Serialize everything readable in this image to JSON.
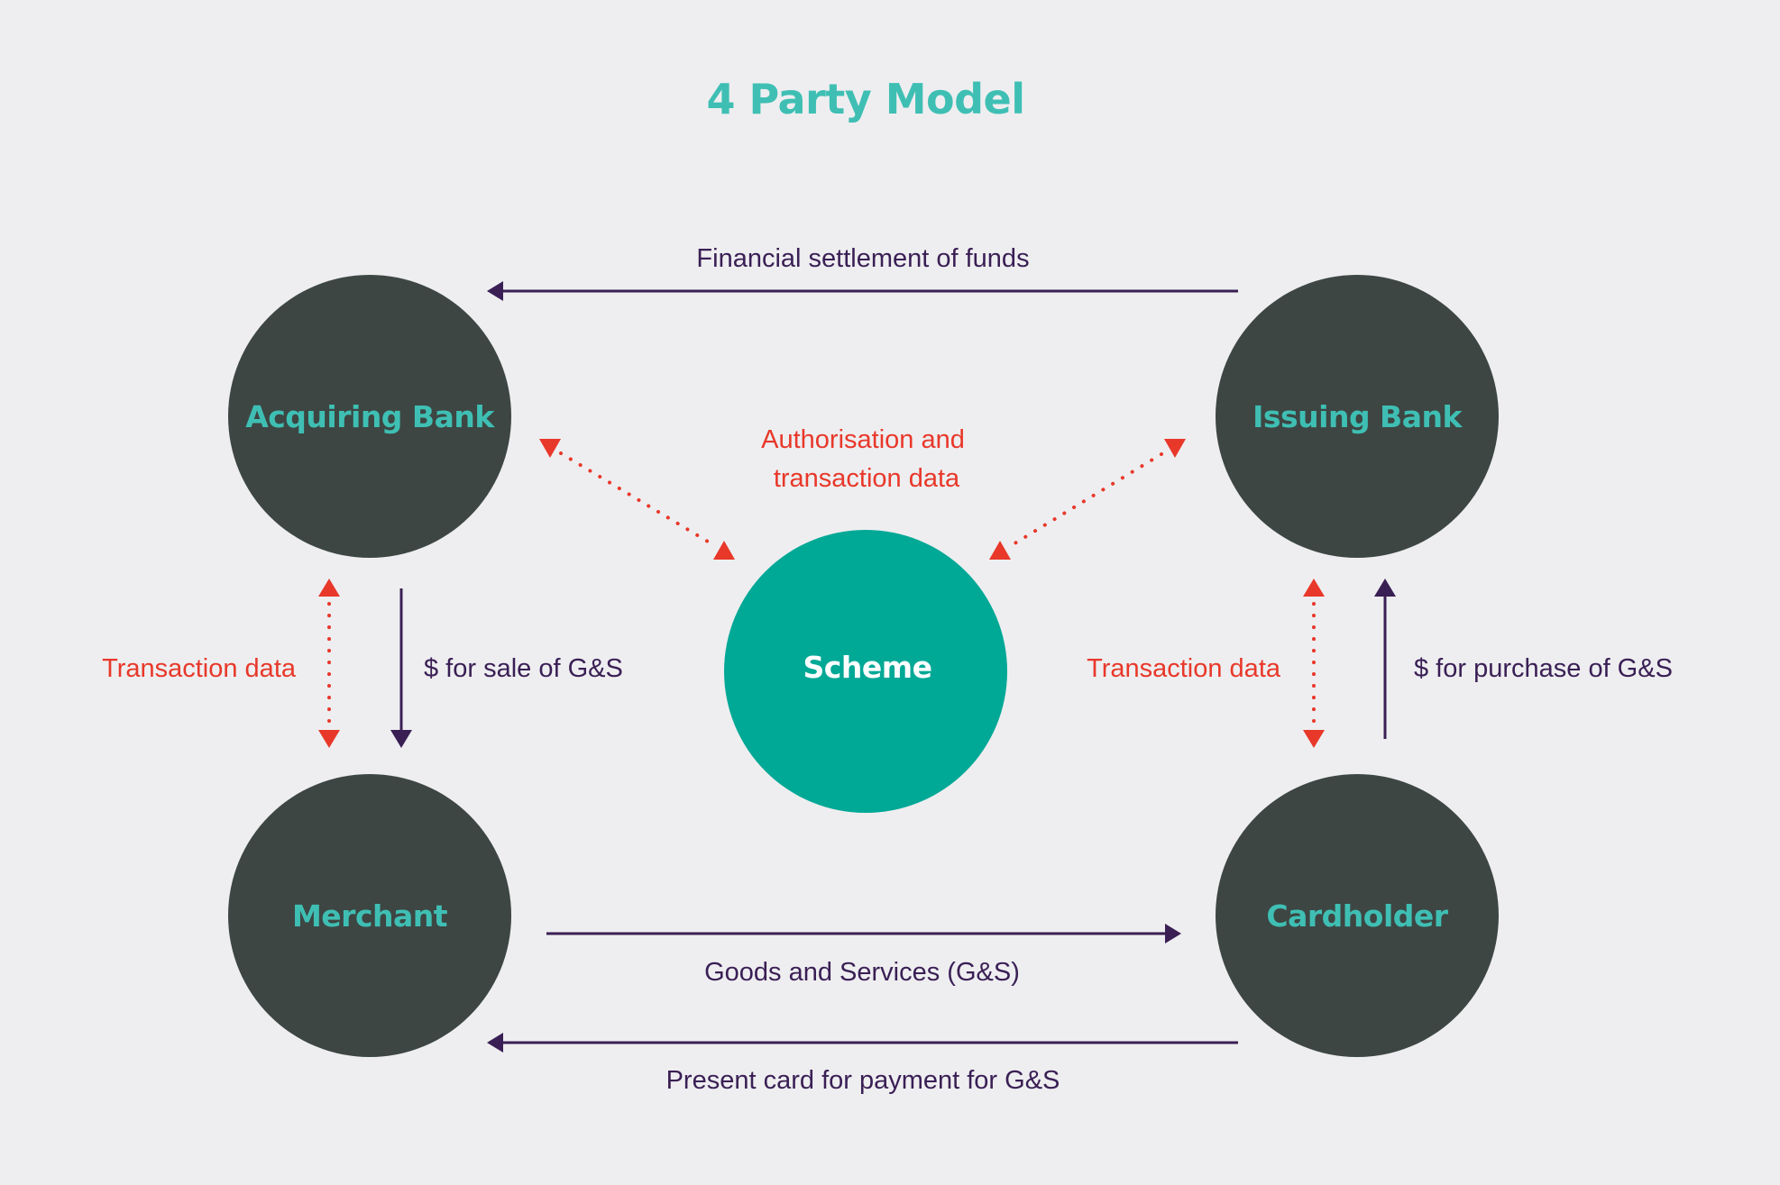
{
  "title": "4 Party Model",
  "colors": {
    "background": "#eeeef0",
    "title": "#3fbfb4",
    "party_fill": "#3d4643",
    "party_label": "#3fbfb4",
    "scheme_fill": "#00a896",
    "scheme_label": "#ffffff",
    "money_flow": "#3a1f55",
    "data_flow": "#e8382a"
  },
  "nodes": {
    "acquiring_bank": "Acquiring Bank",
    "issuing_bank": "Issuing Bank",
    "merchant": "Merchant",
    "cardholder": "Cardholder",
    "scheme": "Scheme"
  },
  "flows": {
    "settlement": "Financial settlement of funds",
    "authorisation_line1": "Authorisation and",
    "authorisation_line2": "transaction data",
    "transaction_data_left": "Transaction data",
    "sale_payment": "$ for sale of G&S",
    "transaction_data_right": "Transaction data",
    "purchase_payment": "$ for purchase of G&S",
    "goods_services": "Goods and Services (G&S)",
    "present_card": "Present card for payment for G&S"
  }
}
